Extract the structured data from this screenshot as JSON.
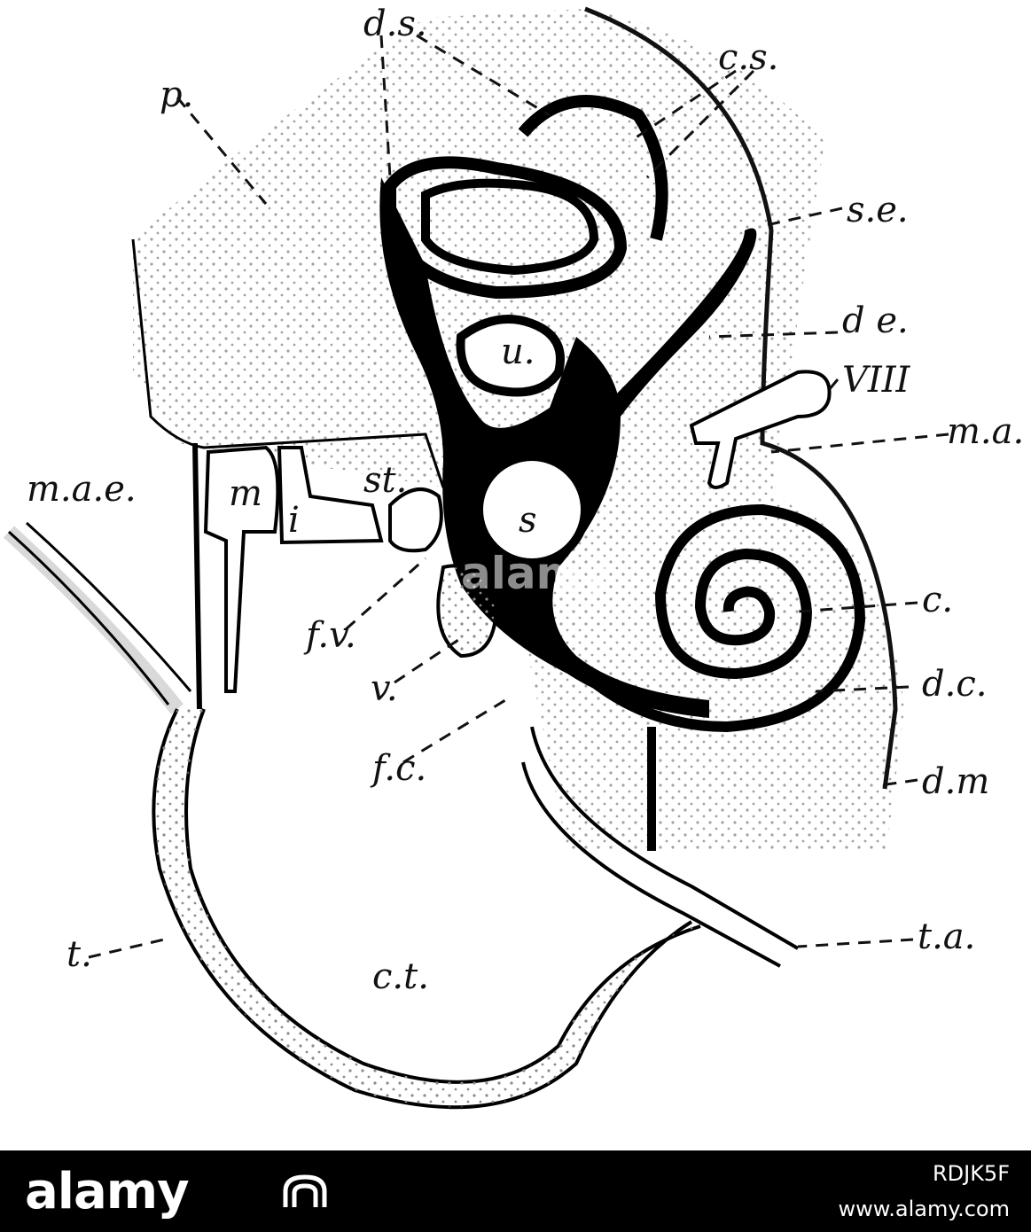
{
  "figure": {
    "labels": {
      "ds": "d.s.",
      "cs": "c.s.",
      "p": "p.",
      "se": "s.e.",
      "de": "d e.",
      "u": "u.",
      "viii": "VIII",
      "ma": "m.a.",
      "mae": "m.a.e.",
      "m": "m",
      "i": "i",
      "st": "st.",
      "s": "s",
      "fv": "f.v.",
      "c": "c.",
      "dc": "d.c.",
      "v": "v.",
      "dm": "d.m",
      "fc": "f.c.",
      "ta": "t.a.",
      "t": "t.",
      "ct": "c.t."
    }
  },
  "footer": {
    "logo": "alamy",
    "image_id": "RDJK5F",
    "url": "www.alamy.com"
  },
  "watermark": "alamy",
  "colors": {
    "ink": "#111111",
    "footer_bg": "#000000",
    "stipple": "#8a8a8a"
  }
}
